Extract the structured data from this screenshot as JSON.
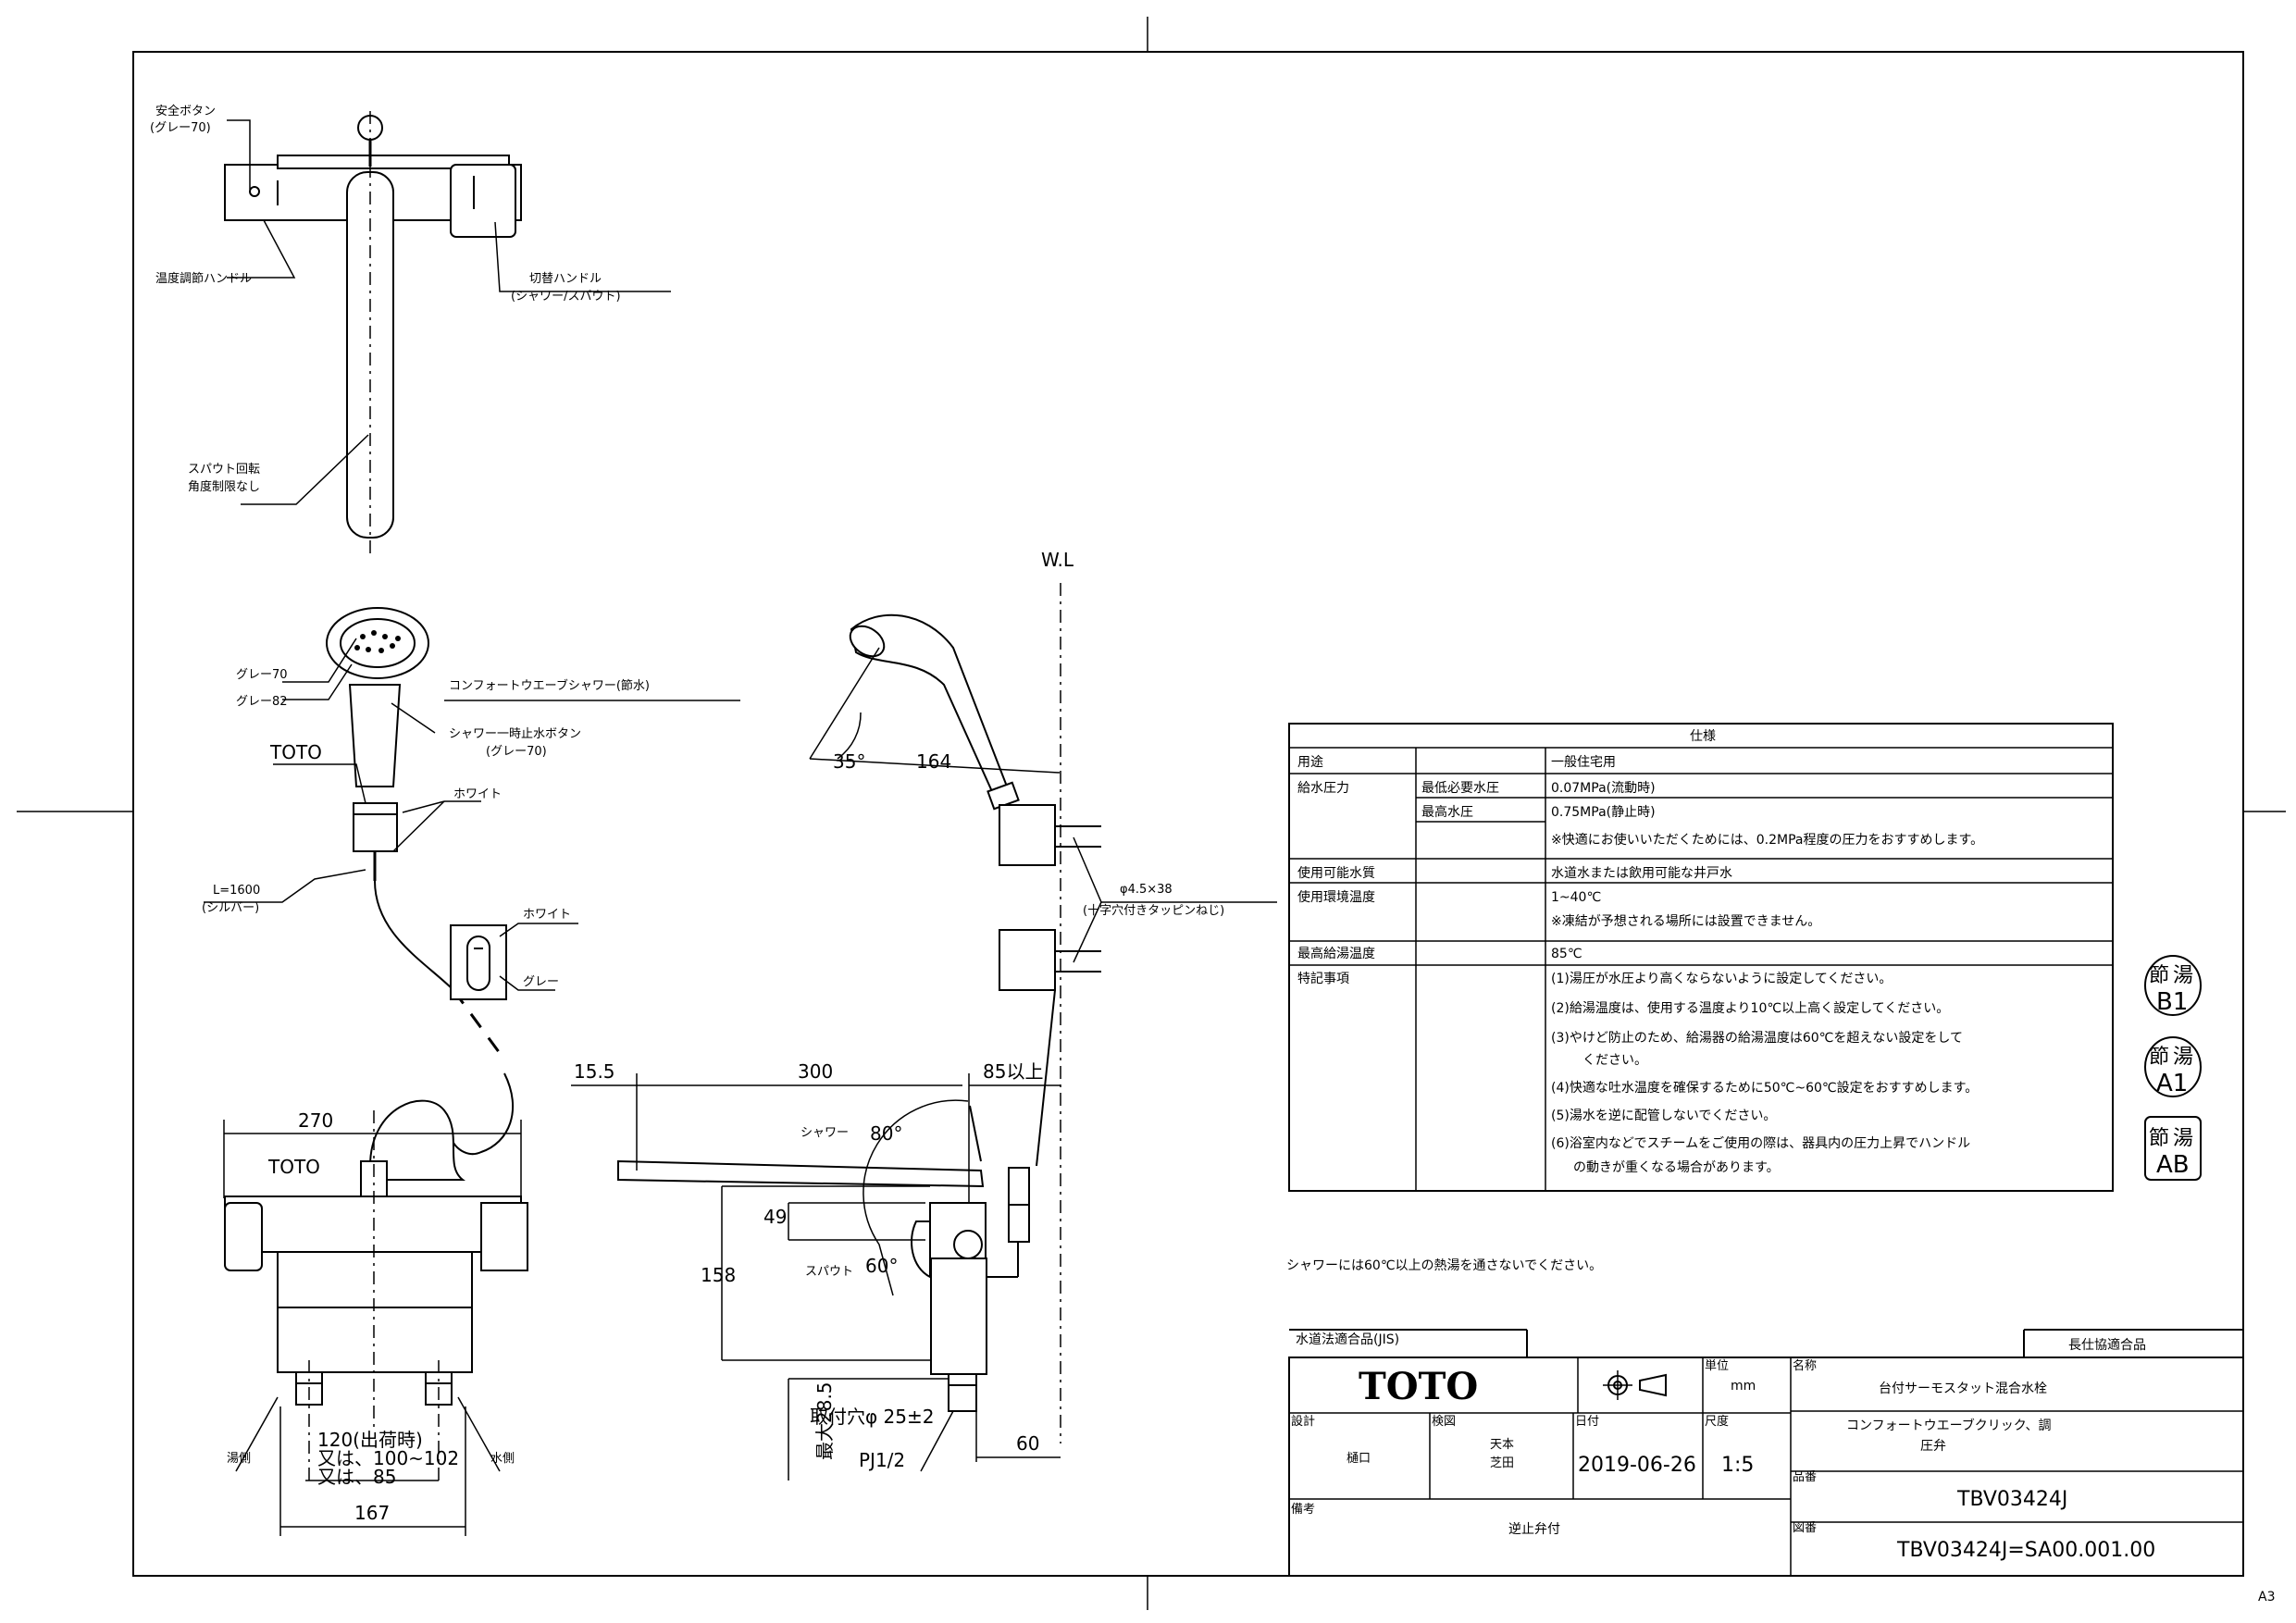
{
  "labels": {
    "safety_button": "安全ボタン",
    "gray70_a": "(グレー70)",
    "temp_handle": "温度調節ハンドル",
    "switch_handle": "切替ハンドル",
    "switch_handle_sub": "(シャワー/スパウト)",
    "spout_rotation": "スパウト回転",
    "angle_unlimited": "角度制限なし",
    "gray70": "グレー70",
    "gray82": "グレー82",
    "comfort_shower": "コンフォートウエーブシャワー(節水)",
    "toto_head": "TOTO",
    "shower_stop_button": "シャワー一時止水ボタン",
    "gray70_b": "(グレー70)",
    "white_a": "ホワイト",
    "hose_length": "L=1600",
    "silver": "(シルバー)",
    "white_b": "ホワイト",
    "gray": "グレー",
    "wl": "W.L",
    "angle35": "35°",
    "dim164": "164",
    "screw_spec": "φ4.5×38",
    "screw_type": "(十字穴付きタッピンねじ)",
    "dim15_5": "15.5",
    "dim300": "300",
    "dim85": "85以上",
    "shower": "シャワー",
    "angle80": "80°",
    "dim49": "49",
    "dim158": "158",
    "spout": "スパウト",
    "angle60": "60°",
    "mount_hole": "取付穴φ 25±2",
    "pj": "PJ1/2",
    "max28_5": "最大28.5",
    "dim60": "60",
    "dim270": "270",
    "toto_front": "TOTO",
    "hot_side": "湯側",
    "cold_side": "水側",
    "pitch1": "120(出荷時)",
    "pitch2": "又は、100~102",
    "pitch3": "又は、85",
    "dim167": "167",
    "shower_note": "シャワーには60℃以上の熱湯を通さないでください。"
  },
  "spec": {
    "title": "仕様",
    "rows": [
      {
        "label": "用途",
        "sub": "",
        "value": "一般住宅用"
      },
      {
        "label": "給水圧力",
        "sub": "最低必要水圧",
        "value": "0.07MPa(流動時)"
      },
      {
        "label": "",
        "sub": "最高水圧",
        "value": "0.75MPa(静止時)"
      },
      {
        "label": "",
        "sub": "",
        "value": "※快適にお使いいただくためには、0.2MPa程度の圧力をおすすめします。"
      },
      {
        "label": "使用可能水質",
        "sub": "",
        "value": "水道水または飲用可能な井戸水"
      },
      {
        "label": "使用環境温度",
        "sub": "",
        "value": "1~40℃"
      },
      {
        "label": "",
        "sub": "",
        "value": "※凍結が予想される場所には設置できません。"
      },
      {
        "label": "最高給湯温度",
        "sub": "",
        "value": "85℃"
      },
      {
        "label": "特記事項",
        "sub": "",
        "value": "(1)湯圧が水圧より高くならないように設定してください。"
      },
      {
        "label": "",
        "sub": "",
        "value": "(2)給湯温度は、使用する温度より10℃以上高く設定してください。"
      },
      {
        "label": "",
        "sub": "",
        "value": "(3)やけど防止のため、給湯器の給湯温度は60℃を超えない設定をして"
      },
      {
        "label": "",
        "sub": "",
        "value": "ください。"
      },
      {
        "label": "",
        "sub": "",
        "value": "(4)快適な吐水温度を確保するために50℃~60℃設定をおすすめします。"
      },
      {
        "label": "",
        "sub": "",
        "value": "(5)湯水を逆に配管しないでください。"
      },
      {
        "label": "",
        "sub": "",
        "value": "(6)浴室内などでスチームをご使用の際は、器具内の圧力上昇でハンドル"
      },
      {
        "label": "",
        "sub": "",
        "value": "の動きが重くなる場合があります。"
      }
    ]
  },
  "badges": [
    {
      "top": "節",
      "top2": "湯",
      "bottom": "B1"
    },
    {
      "top": "節",
      "top2": "湯",
      "bottom": "A1"
    },
    {
      "top": "節",
      "top2": "湯",
      "bottom": "AB"
    }
  ],
  "title_block": {
    "jis": "水道法適合品(JIS)",
    "cooperative": "長仕協適合品",
    "logo": "TOTO",
    "unit_label": "単位",
    "unit": "mm",
    "name_label": "名称",
    "name": "台付サーモスタット混合水栓",
    "name_sub1": "コンフォートウエーブクリック、調",
    "name_sub2": "圧弁",
    "design_label": "設計",
    "design": "樋口",
    "check_label": "検図",
    "check1": "天本",
    "check2": "芝田",
    "date_label": "日付",
    "date": "2019-06-26",
    "scale_label": "尺度",
    "scale": "1:5",
    "product_label": "品番",
    "product": "TBV03424J",
    "notes_label": "備考",
    "notes": "逆止弁付",
    "drawing_label": "図番",
    "drawing_no": "TBV03424J=SA00.001.00",
    "sheet_size": "A3"
  }
}
